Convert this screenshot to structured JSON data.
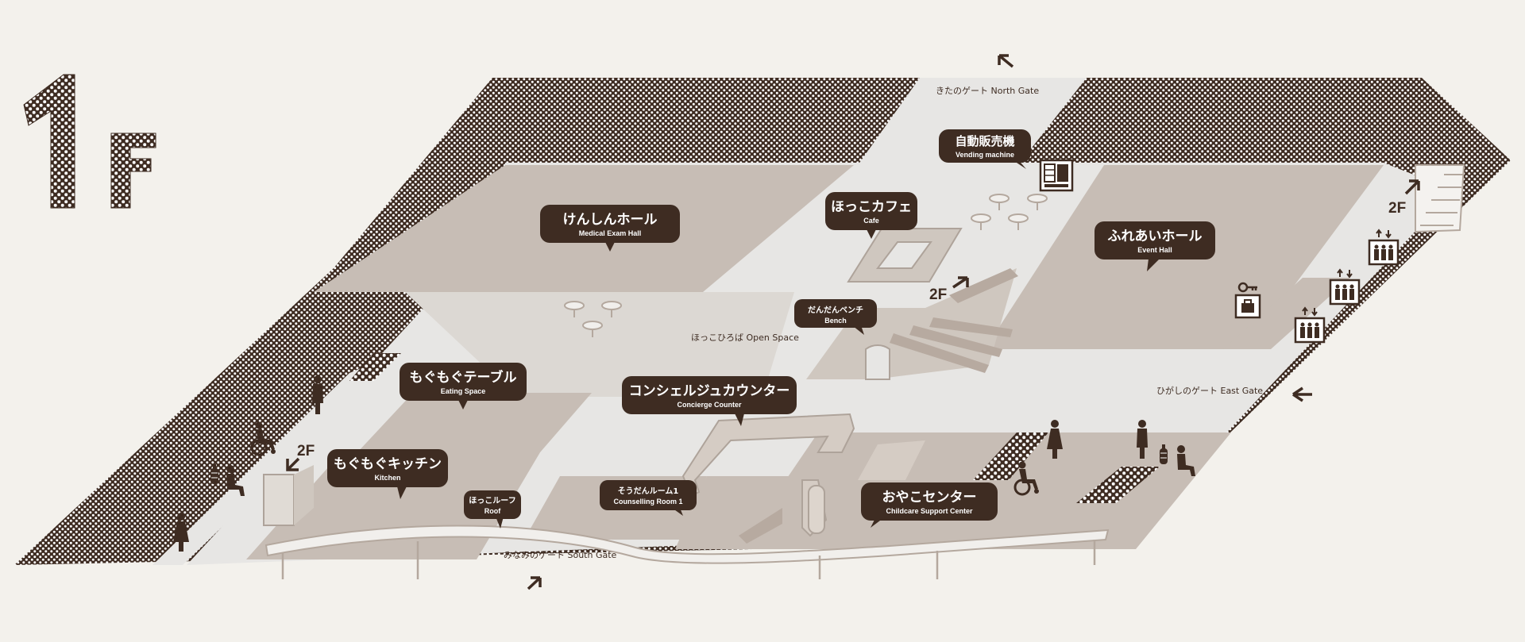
{
  "floor": {
    "number": "1",
    "letter": "F"
  },
  "stairs_label": "2F",
  "gates": {
    "north": "きたのゲート  North Gate",
    "east": "ひがしのゲート  East Gate",
    "south": "みなみのゲート  South Gate"
  },
  "open_space_label": "ほっこひろば  Open Space",
  "bubbles": {
    "medical": {
      "jp": "けんしんホール",
      "en": "Medical Exam Hall"
    },
    "cafe": {
      "jp": "ほっこカフェ",
      "en": "Cafe"
    },
    "vending": {
      "jp": "自動販売機",
      "en": "Vending machine"
    },
    "event": {
      "jp": "ふれあいホール",
      "en": "Event Hall"
    },
    "bench": {
      "jp": "だんだんベンチ",
      "en": "Bench"
    },
    "eating": {
      "jp": "もぐもぐテーブル",
      "en": "Eating Space"
    },
    "concierge": {
      "jp": "コンシェルジュカウンター",
      "en": "Concierge Counter"
    },
    "kitchen": {
      "jp": "もぐもぐキッチン",
      "en": "Kitchen"
    },
    "roof": {
      "jp": "ほっこルーフ",
      "en": "Roof"
    },
    "counselling": {
      "jp": "そうだんルーム1",
      "en": "Counselling Room 1"
    },
    "childcare": {
      "jp": "おやこセンター",
      "en": "Childcare Support Center"
    }
  },
  "colors": {
    "background": "#f3f1ec",
    "walkway": "#e7e6e4",
    "room": "#c7bdb5",
    "room_wall": "#b4a89e",
    "dark": "#3e2c22",
    "dots": "#ffffff"
  },
  "icons": [
    "elevator-icon",
    "locker-icon",
    "vending-machine-icon",
    "stairs-icon",
    "person-icon",
    "wheelchair-icon",
    "fire-extinguisher-icon",
    "arrow-icon"
  ]
}
